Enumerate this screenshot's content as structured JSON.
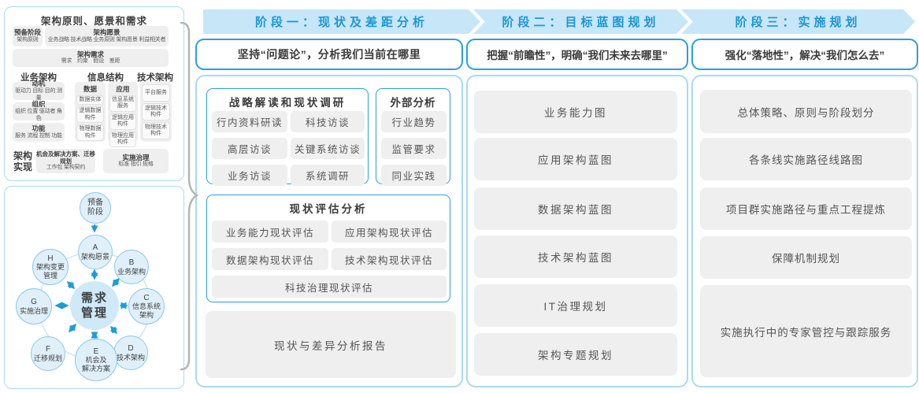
{
  "colors": {
    "accent_blue": "#1e9cd8",
    "band_bg": "#c7e6f7",
    "band_text": "#1b97d5",
    "box_border_blue": "#29a0da",
    "container_border": "#a9daf3",
    "chip_bg": "#efefef",
    "chip_text": "#555555",
    "circle_fill": "#e0f0fa",
    "circle_border": "#8cc8e8",
    "center_circle_fill": "#cfe9f8",
    "brace_gray": "#b5b5b5"
  },
  "left_panel": {
    "title": "架构原则、愿景和需求",
    "prep": {
      "title": "预备阶段",
      "item": "架构原则"
    },
    "vision": {
      "title": "架构愿景",
      "item": "业务战略 技术战略 业务原则 架构愿景 利益相关者"
    },
    "requirement": {
      "title": "架构需求",
      "item": "需求　约束　假设　差距"
    },
    "sections": {
      "business": {
        "title": "业务架构",
        "boxes": [
          {
            "title": "动机",
            "item": "驱动力 目标 目的 测量"
          },
          {
            "title": "组织",
            "item": "组织 位置 驱动者 角色"
          },
          {
            "title": "功能",
            "item": "服务 流程 控制 功能"
          }
        ]
      },
      "information": {
        "title": "信息结构",
        "data_col": {
          "title": "数据",
          "items": [
            "数据实体",
            "逻辑数据构件",
            "物理数据构件"
          ]
        },
        "app_col": {
          "title": "应用",
          "items": [
            "信息系统服务",
            "逻辑应用构件",
            "物理应用构件"
          ]
        }
      },
      "technology": {
        "title": "技术架构",
        "items": [
          "平台服务",
          "逻辑技术构件",
          "物理技术构件"
        ]
      }
    },
    "realization": {
      "label": "架构\n实现",
      "box1": {
        "title": "机会及解决方案、迁移规划",
        "item": "工作包 架构契约"
      },
      "box2": {
        "title": "实施治理",
        "item": "标准 指引 规格"
      }
    }
  },
  "adm": {
    "prep": "预备\n阶段",
    "center": "需求\n管理",
    "nodes": [
      {
        "letter": "A",
        "label": "架构愿景"
      },
      {
        "letter": "B",
        "label": "业务架构"
      },
      {
        "letter": "C",
        "label": "信息系统\n架构"
      },
      {
        "letter": "D",
        "label": "技术架构"
      },
      {
        "letter": "E",
        "label": "机会及\n解决方案"
      },
      {
        "letter": "F",
        "label": "迁移规划"
      },
      {
        "letter": "G",
        "label": "实施治理"
      },
      {
        "letter": "H",
        "label": "架构变更\n管理"
      }
    ]
  },
  "phase1": {
    "band": "阶段一：现状及差距分析",
    "slogan": "坚持“问题论”，分析我们当前在哪里",
    "survey": {
      "title": "战略解读和现状调研",
      "items": [
        "行内资料研读",
        "科技访谈",
        "高层访谈",
        "关键系统访谈",
        "业务访谈",
        "系统调研"
      ]
    },
    "external": {
      "title": "外部分析",
      "items": [
        "行业趋势",
        "监管要求",
        "同业实践"
      ]
    },
    "assessment": {
      "title": "现状评估分析",
      "items": [
        "业务能力现状评估",
        "应用架构现状评估",
        "数据架构现状评估",
        "技术架构现状评估",
        "科技治理现状评估"
      ]
    },
    "report": "现状与差异分析报告"
  },
  "phase2": {
    "band": "阶段二：目标蓝图规划",
    "slogan": "把握“前瞻性”，明确“我们未来去哪里”",
    "items": [
      "业务能力图",
      "应用架构蓝图",
      "数据架构蓝图",
      "技术架构蓝图",
      "IT治理规划",
      "架构专题规划"
    ]
  },
  "phase3": {
    "band": "阶段三：实施规划",
    "slogan": "强化“落地性”，解决“我们怎么去”",
    "items": [
      "总体策略、原则与阶段划分",
      "各条线实施路径线路图",
      "项目群实施路径与重点工程提炼",
      "保障机制规划",
      "实施执行中的专家管控与跟踪服务"
    ]
  }
}
